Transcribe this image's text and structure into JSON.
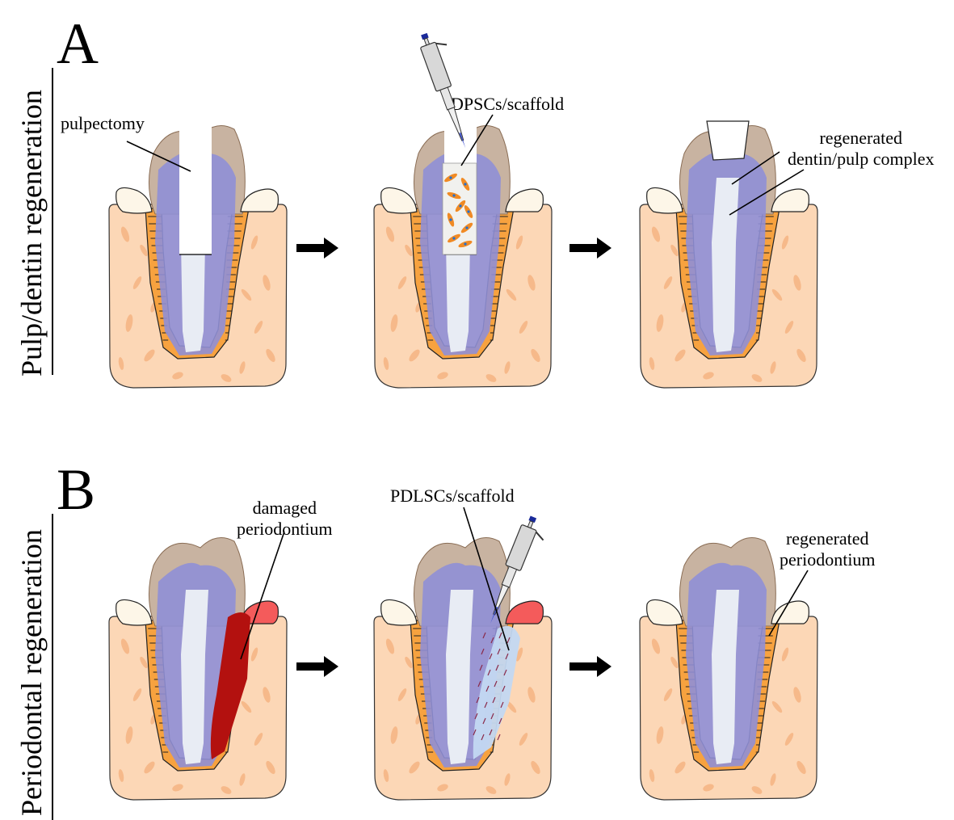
{
  "figure": {
    "panels": [
      {
        "letter": "A",
        "row_label": "Pulp/dentin regeneration",
        "stages": [
          {
            "id": "a1",
            "callout": "pulpectomy",
            "callout_lines": [
              "pulpectomy"
            ]
          },
          {
            "id": "a2",
            "callout": "DPSCs/scaffold",
            "callout_lines": [
              "DPSCs/scaffold"
            ],
            "tool": "pipette"
          },
          {
            "id": "a3",
            "callout_lines": [
              "regenerated",
              "dentin/pulp complex"
            ]
          }
        ]
      },
      {
        "letter": "B",
        "row_label": "Periodontal regeneration",
        "stages": [
          {
            "id": "b1",
            "callout_lines": [
              "damaged",
              "periodontium"
            ]
          },
          {
            "id": "b2",
            "callout_lines": [
              "PDLSCs/scaffold"
            ],
            "tool": "pipette"
          },
          {
            "id": "b3",
            "callout_lines": [
              "regenerated",
              "periodontium"
            ]
          }
        ]
      }
    ],
    "colors": {
      "bone": "#fcd7b6",
      "bone_spots": "#f6b98a",
      "ligament": "#f7a23f",
      "dentin": "#8f8fd6",
      "pulp": "#e8ecf4",
      "enamel": "#c8b3a1",
      "gum": "#fdf6e8",
      "damaged_tissue": "#b3110f",
      "inflamed_gum": "#f45b5b",
      "scaffold": "#c3d8f2",
      "cells": "#f08a24",
      "arrow": "#000000"
    }
  }
}
